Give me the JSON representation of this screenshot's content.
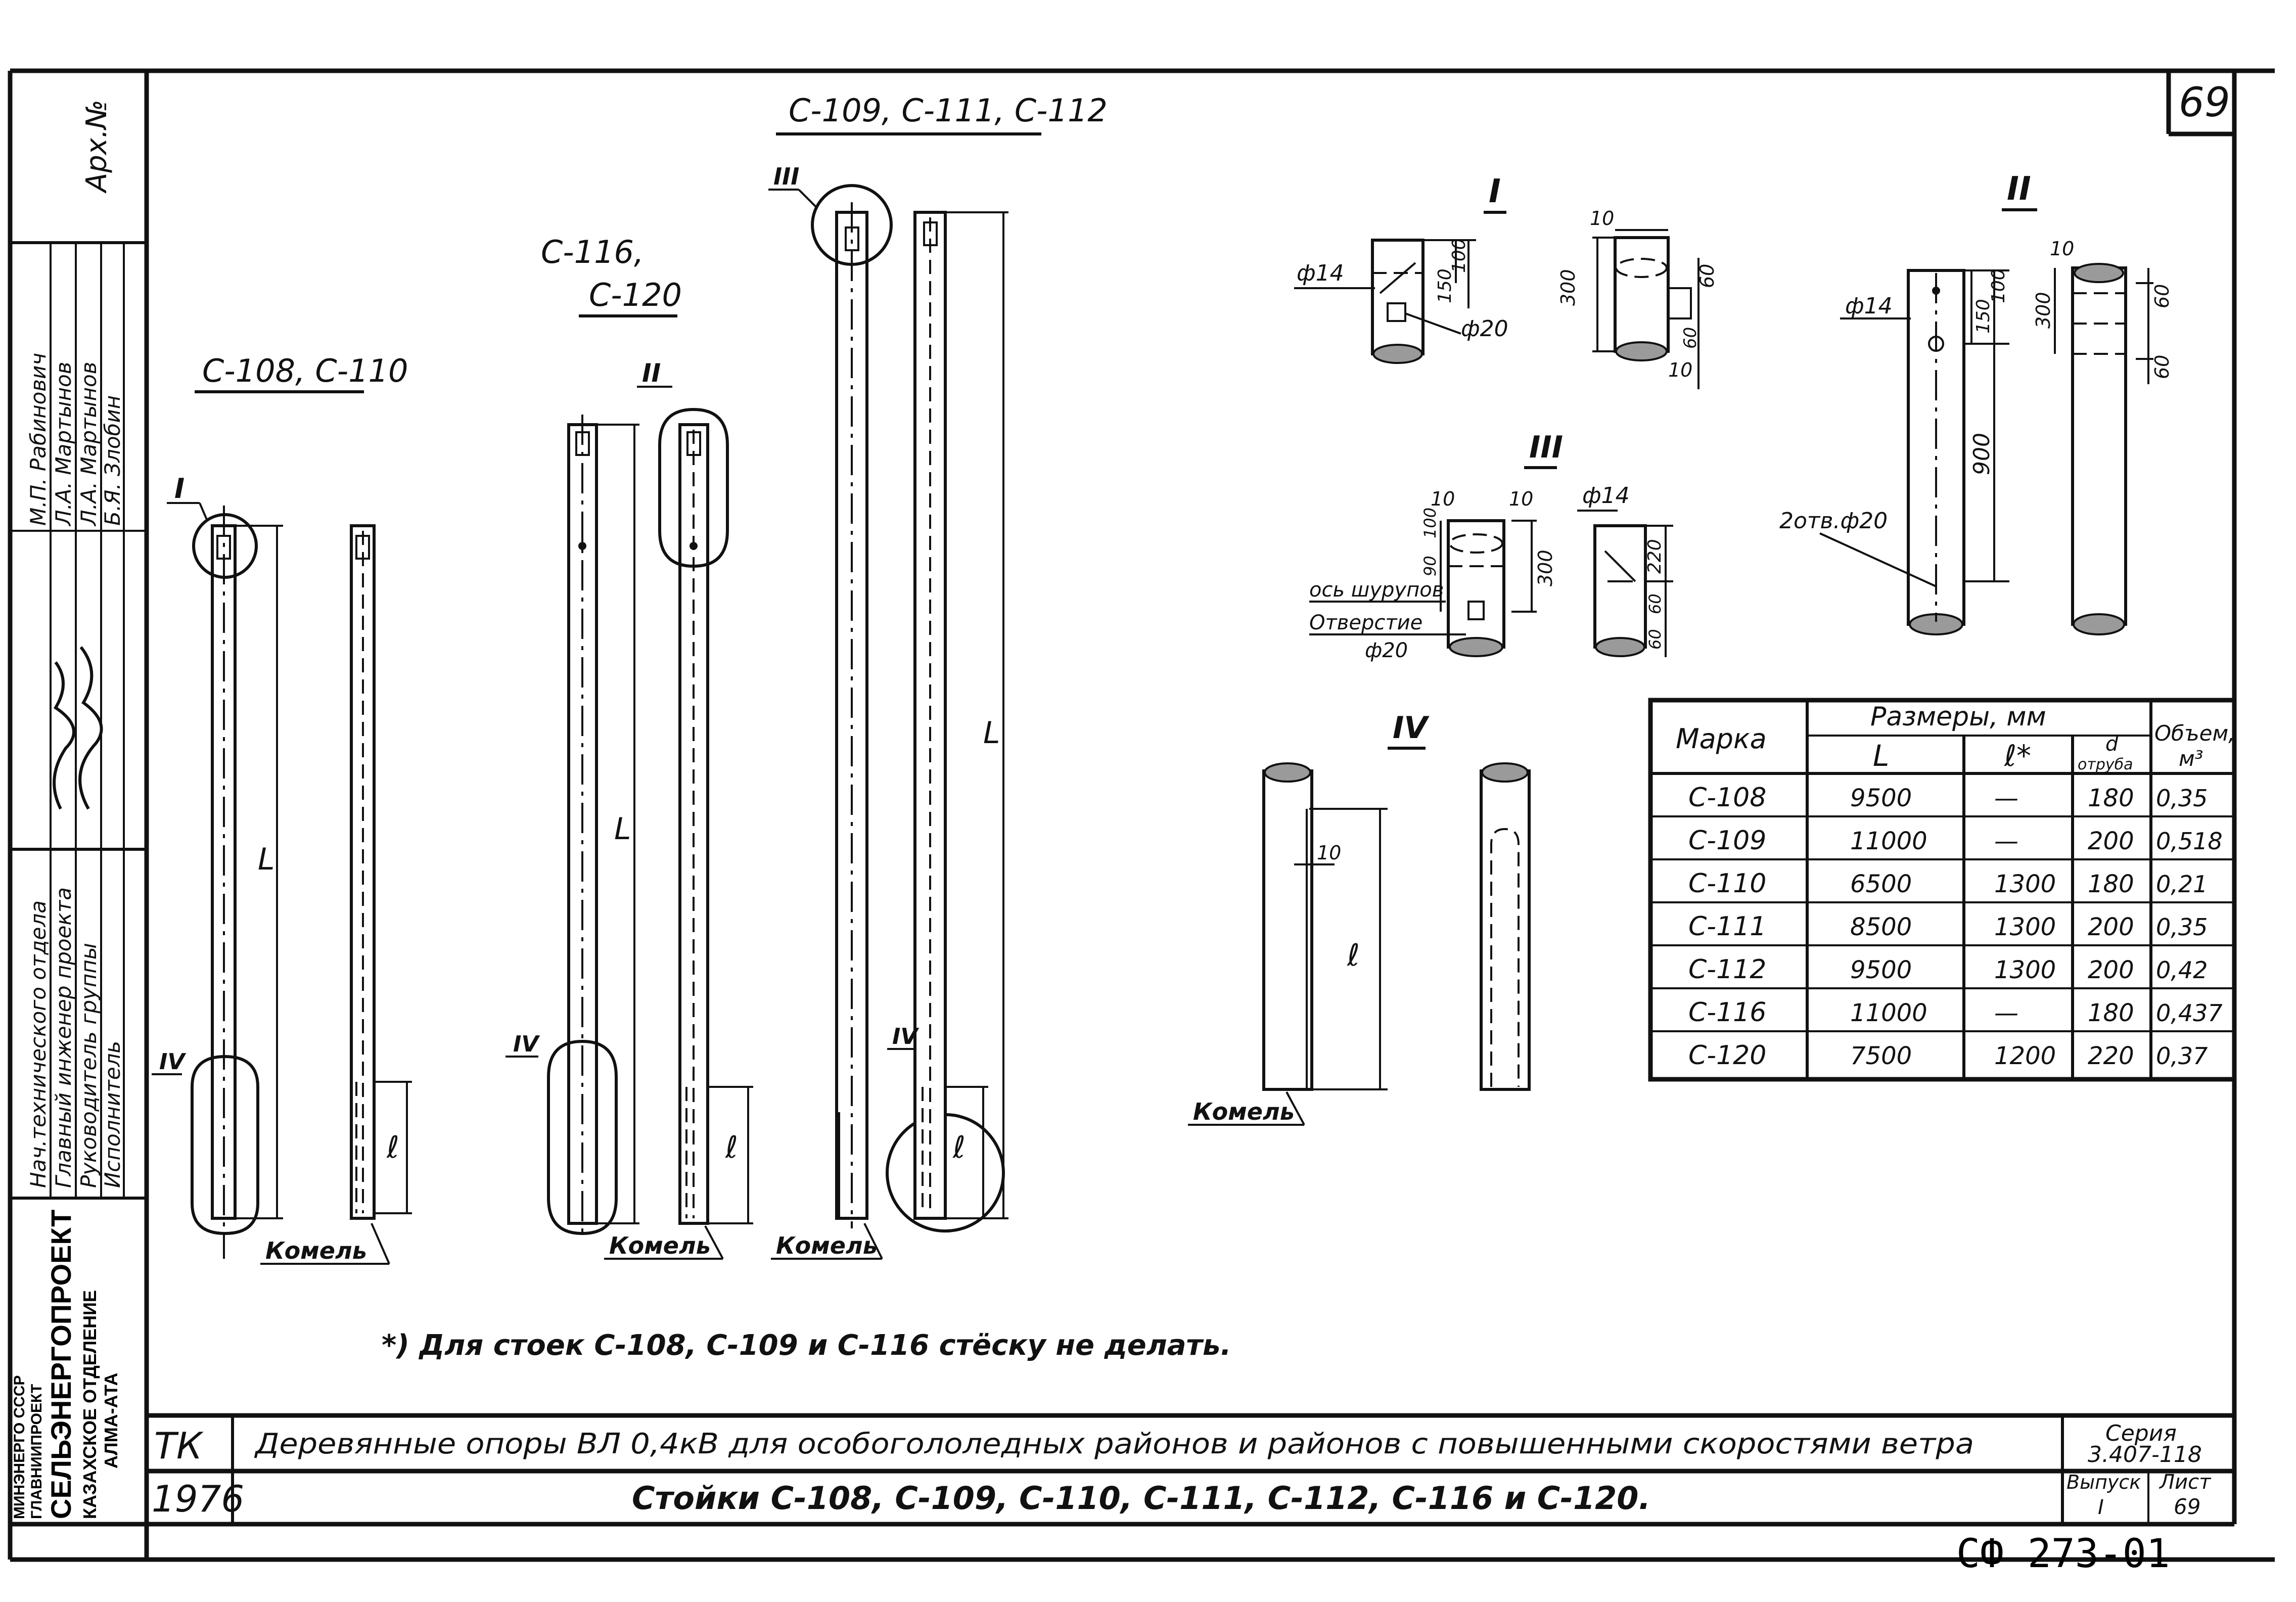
{
  "page_number": "69",
  "side": {
    "archive": "Арх.№",
    "roles": [
      "Нач.технического отдела",
      "Главный инженер проекта",
      "Руководитель группы",
      "Исполнитель"
    ],
    "names": [
      "М.П. Рабинович",
      "Л.А. Мартынов",
      "Л.А. Мартынов",
      "Б.Я. Злобин"
    ]
  },
  "org": {
    "ministry": "МИНЭНЕРГО СССР",
    "glav": "ГЛАВНИИПРОЕКТ",
    "name": "СЕЛЬЭНЕРГОПРОЕКТ",
    "branch": "КАЗАХСКОЕ ОТДЕЛЕНИЕ",
    "city": "АЛМА-АТА"
  },
  "poles": {
    "g1_title": "С-108, С-110",
    "g2_title_a": "С-116,",
    "g2_title_b": "С-120",
    "g3_title": "С-109, С-111, С-112",
    "komel": "Комель",
    "L": "L",
    "l": "ℓ"
  },
  "marks": {
    "I": "I",
    "II": "II",
    "III": "III",
    "IV": "IV"
  },
  "detail1": {
    "title": "I",
    "phi14": "ф14",
    "phi20": "ф20",
    "d150": "150",
    "d100": "100",
    "d10a": "10",
    "d300": "300",
    "d60a": "60",
    "d60b": "60",
    "d10b": "10"
  },
  "detail2": {
    "title": "II",
    "phi14": "ф14",
    "d150": "150",
    "d100": "100",
    "d900": "900",
    "holes": "2отв.ф20",
    "d10": "10",
    "d300": "300",
    "d60a": "60",
    "d60b": "60"
  },
  "detail3": {
    "title": "III",
    "d10a": "10",
    "d10b": "10",
    "d90": "90",
    "d100": "100",
    "d300": "300",
    "phi14": "ф14",
    "d220": "220",
    "d60a": "60",
    "d60b": "60",
    "screw_axis": "ось шурупов",
    "hole": "Отверстие",
    "hole_d": "ф20"
  },
  "detail4": {
    "title": "IV",
    "d10": "10",
    "l": "ℓ",
    "komel": "Комель"
  },
  "table": {
    "h_mark": "Марка",
    "h_dims": "Размеры, мм",
    "h_L": "L",
    "h_l": "ℓ*",
    "h_d": "d",
    "h_d2": "отруба",
    "h_vol": "Объем,",
    "h_vol2": "м³",
    "rows": [
      {
        "mark": "С-108",
        "L": "9500",
        "l": "—",
        "d": "180",
        "v": "0,35"
      },
      {
        "mark": "С-109",
        "L": "11000",
        "l": "—",
        "d": "200",
        "v": "0,518"
      },
      {
        "mark": "С-110",
        "L": "6500",
        "l": "1300",
        "d": "180",
        "v": "0,21"
      },
      {
        "mark": "С-111",
        "L": "8500",
        "l": "1300",
        "d": "200",
        "v": "0,35"
      },
      {
        "mark": "С-112",
        "L": "9500",
        "l": "1300",
        "d": "200",
        "v": "0,42"
      },
      {
        "mark": "С-116",
        "L": "11000",
        "l": "—",
        "d": "180",
        "v": "0,437"
      },
      {
        "mark": "С-120",
        "L": "7500",
        "l": "1200",
        "d": "220",
        "v": "0,37"
      }
    ]
  },
  "note": "*) Для стоек С-108, С-109 и С-116 стёску не делать.",
  "titleblock": {
    "tk": "ТК",
    "year": "1976",
    "title1": "Деревянные опоры ВЛ 0,4кВ для особогололедных районов и районов с повышенными скоростями ветра",
    "title2": "Стойки С-108, С-109, С-110, С-111, С-112, С-116 и С-120.",
    "series_label": "Серия",
    "series": "3.407-118",
    "issue_label": "Выпуск",
    "issue": "I",
    "sheet_label": "Лист",
    "sheet": "69"
  },
  "stamp": "СФ 273-01"
}
